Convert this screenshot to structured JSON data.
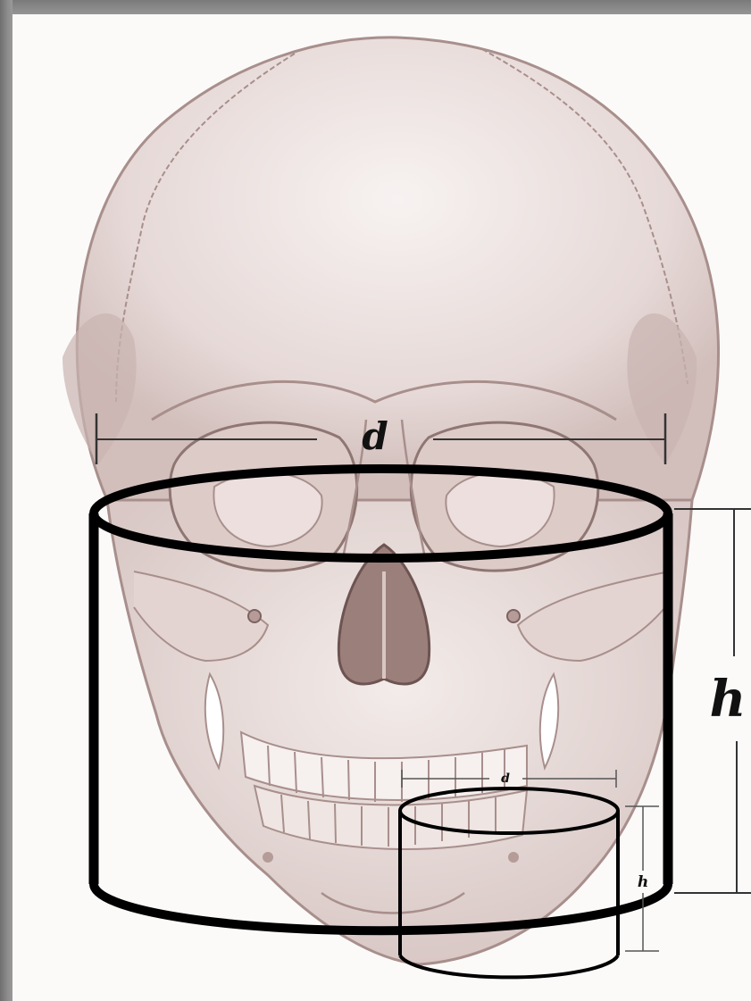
{
  "figure": {
    "subject": "skull-front-view",
    "colors": {
      "background": "#fbfaf9",
      "skull_line": "#a88f8c",
      "skull_shade": "#cdb8b5",
      "cylinder": "#000000",
      "frame_gray": "#8a8a8a"
    }
  },
  "labels": {
    "large_diameter": "d",
    "large_height": "h",
    "small_diameter": "d",
    "small_height": "h"
  }
}
